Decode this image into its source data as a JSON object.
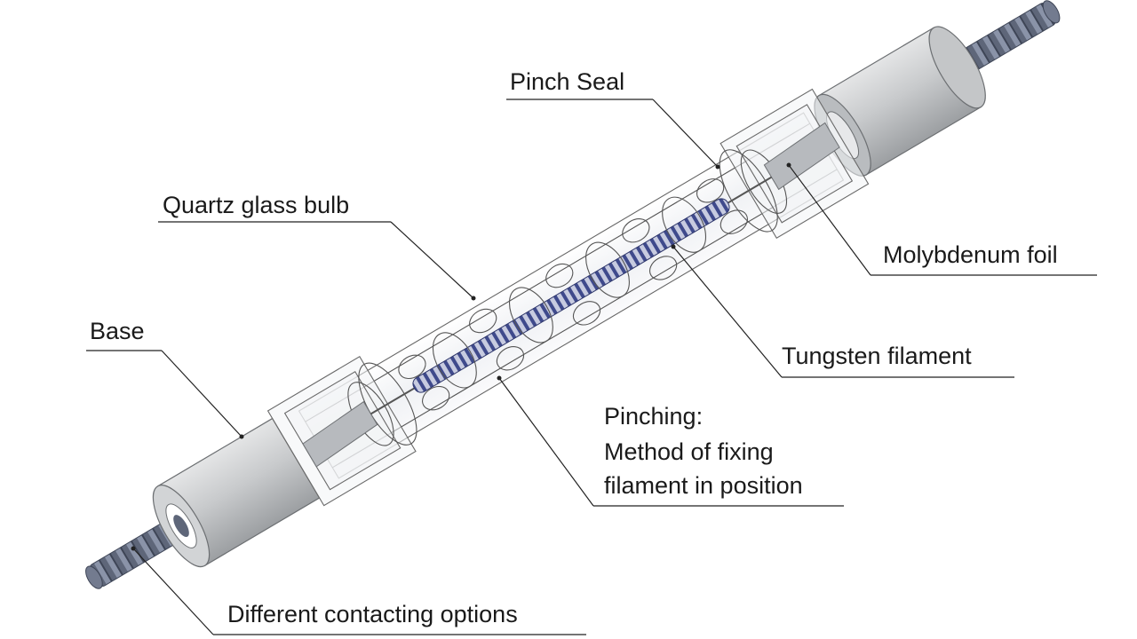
{
  "labels": {
    "pinch_seal": "Pinch Seal",
    "quartz_glass_bulb": "Quartz glass bulb",
    "molybdenum_foil": "Molybdenum foil",
    "base": "Base",
    "tungsten_filament": "Tungsten filament",
    "pinching_line1": "Pinching:",
    "pinching_line2": "Method of fixing",
    "pinching_line3": "filament in position",
    "contacting": "Different contacting options"
  },
  "colors": {
    "base_cap": "#c9cbcd",
    "thread": "#5e6679",
    "filament": "#3f4a8c",
    "glass": "#f3f4f6",
    "foil": "#b7babe",
    "line": "#222222"
  }
}
